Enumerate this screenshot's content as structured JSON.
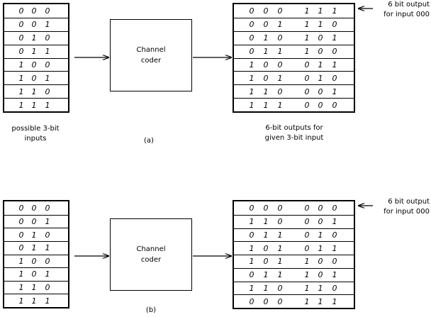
{
  "panel_a": {
    "inputs": [
      "000",
      "001",
      "010",
      "011",
      "100",
      "101",
      "110",
      "111"
    ],
    "outputs": [
      "000111",
      "001110",
      "010101",
      "011100",
      "100011",
      "101010",
      "110001",
      "111000"
    ],
    "coder_label_line1": "Channel",
    "coder_label_line2": "coder",
    "input_caption_line1": "possible 3-bit",
    "input_caption_line2": "inputs",
    "output_caption_line1": "6-bit outputs for",
    "output_caption_line2": "given 3-bit input",
    "note_line1": "6 bit output",
    "note_line2": "for input 000",
    "panel_label": "(a)"
  },
  "panel_b": {
    "inputs": [
      "000",
      "001",
      "010",
      "011",
      "100",
      "101",
      "110",
      "111"
    ],
    "outputs": [
      "000000",
      "110001",
      "011010",
      "101011",
      "101100",
      "011101",
      "110110",
      "000111"
    ],
    "coder_label_line1": "Channel",
    "coder_label_line2": "coder",
    "note_line1": "6 bit output",
    "note_line2": "for input 000",
    "panel_label": "(b)"
  }
}
